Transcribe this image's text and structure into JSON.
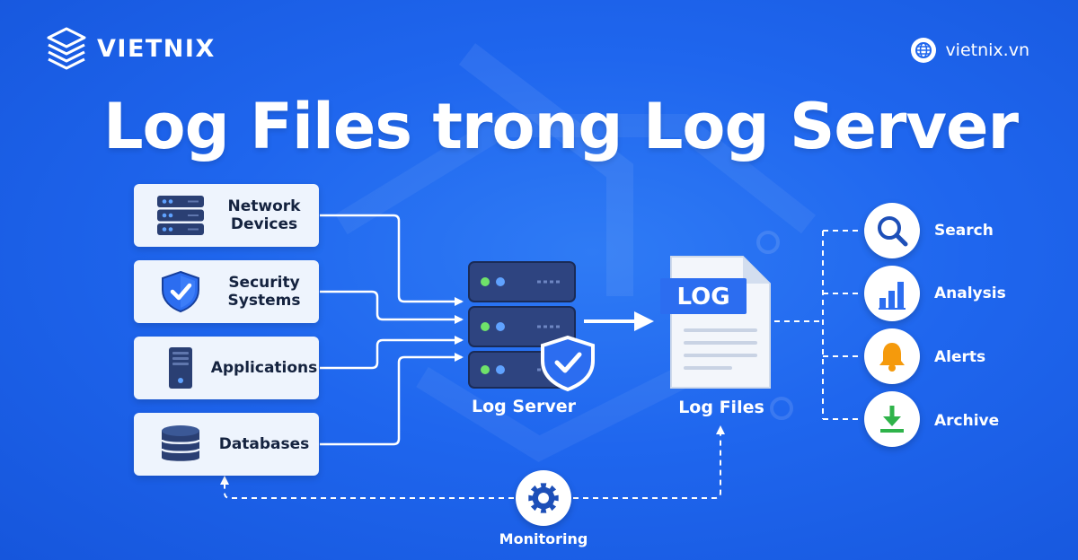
{
  "brand": {
    "name": "VIETNIX",
    "site": "vietnix.vn"
  },
  "title": "Log Files trong Log Server",
  "sources": [
    {
      "label": "Network\nDevices",
      "icon": "network-rack-icon"
    },
    {
      "label": "Security\nSystems",
      "icon": "shield-check-icon"
    },
    {
      "label": "Applications",
      "icon": "server-tower-icon"
    },
    {
      "label": "Databases",
      "icon": "database-icon"
    }
  ],
  "log_server": {
    "label": "Log Server",
    "icon": "server-stack-icon"
  },
  "log_files": {
    "label": "Log Files",
    "badge": "LOG",
    "icon": "document-icon"
  },
  "outputs": [
    {
      "label": "Search",
      "icon": "magnifier-icon"
    },
    {
      "label": "Analysis",
      "icon": "bar-chart-icon"
    },
    {
      "label": "Alerts",
      "icon": "bell-icon"
    },
    {
      "label": "Archive",
      "icon": "download-icon"
    }
  ],
  "monitoring": {
    "label": "Monitoring",
    "icon": "gear-icon"
  },
  "colors": {
    "background": "#1f66ee",
    "card": "#eef4fd",
    "navy": "#2a3f73",
    "accent_blue": "#2c6df0",
    "green_dot": "#6fe26a",
    "alert_orange": "#f59a0c",
    "archive_green": "#2fb34a"
  }
}
